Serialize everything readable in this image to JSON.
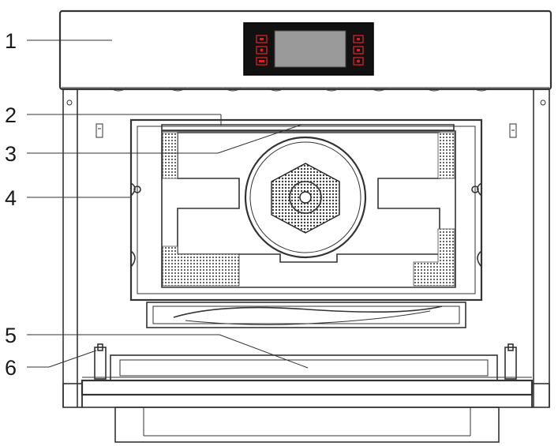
{
  "diagram": {
    "callouts": [
      {
        "id": "1",
        "label": "1"
      },
      {
        "id": "2",
        "label": "2"
      },
      {
        "id": "3",
        "label": "3"
      },
      {
        "id": "4",
        "label": "4"
      },
      {
        "id": "5",
        "label": "5"
      },
      {
        "id": "6",
        "label": "6"
      }
    ],
    "colors": {
      "line": "#333333",
      "panel": "#111111",
      "display": "#9a9a9a",
      "button": "#d6222a",
      "grille": "#555555"
    },
    "icons": [
      "left-control-buttons",
      "right-control-buttons",
      "fan-grille",
      "rack-support-left",
      "rack-support-right"
    ]
  }
}
